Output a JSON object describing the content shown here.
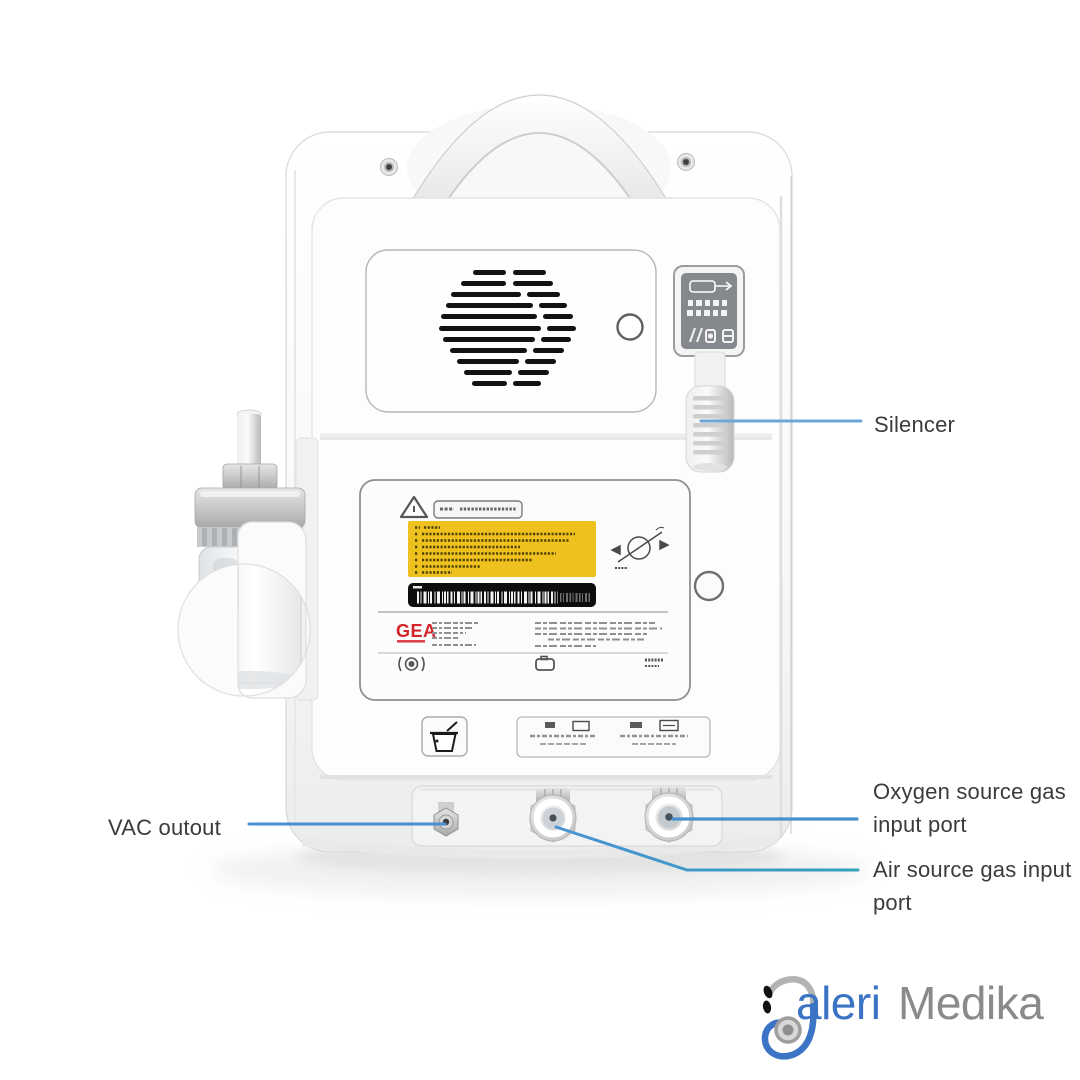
{
  "annotations": {
    "silencer": "Silencer",
    "vac": "VAC outout",
    "oxygen": "Oxygen source gas input port",
    "air": "Air source gas input port"
  },
  "device_label": {
    "brand": "GEA"
  },
  "logo": {
    "blue_text": "aleri",
    "gray_text": "Medika"
  },
  "colors": {
    "leader_blue": "#4a8fd0",
    "leader_teal": "#35a0ba",
    "sticker_yellow": "#eec11e",
    "barcode_black": "#0d0d0d",
    "gea_red": "#d5232a",
    "logo_blue": "#3b74c4",
    "logo_gray": "#8a8a8a",
    "label_text": "#3b3b3d"
  }
}
